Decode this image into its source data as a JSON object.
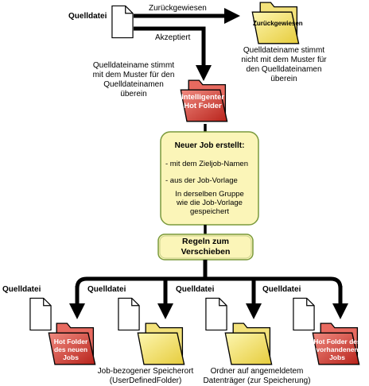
{
  "colors": {
    "red_folder": "#d8382e",
    "yellow_folder": "#f7e97a",
    "box_fill": "#fbf5b8",
    "arrow": "#000000"
  },
  "icons": [
    "document-icon",
    "folder-icon"
  ],
  "top": {
    "source_label": "Quelldatei",
    "rejected_label": "Zurückgewiesen",
    "rejected_folder_label": "Zurückgewiesen",
    "rejected_note": [
      "Quelldateiname stimmt",
      "nicht mit dem Muster für",
      "den Quelldateinamen",
      "überein"
    ],
    "accepted_label": "Akzeptiert",
    "accepted_note": [
      "Quelldateiname stimmt",
      "mit dem Muster für den",
      "Quelldateinamen",
      "überein"
    ],
    "smart_folder_label": [
      "Intelligenter",
      "Hot Folder"
    ]
  },
  "job_box": {
    "title": "Neuer Job erstellt:",
    "line1": "- mit dem Zieljob-Namen",
    "line2": "- aus der Job-Vorlage",
    "line3": [
      "In derselben Gruppe",
      "wie die Job-Vorlage",
      "gespeichert"
    ]
  },
  "rules_box": {
    "label": [
      "Regeln zum",
      "Verschieben"
    ]
  },
  "bottom": {
    "source_labels": [
      "Quelldatei",
      "Quelldatei",
      "Quelldatei",
      "Quelldatei"
    ],
    "folder1_label": [
      "Hot Folder",
      "des neuen",
      "Jobs"
    ],
    "folder4_label": [
      "Hot Folder des",
      "vorhandenen",
      "Jobs"
    ],
    "caption2": [
      "Job-bezogener Speicherort",
      "(UserDefinedFolder)"
    ],
    "caption3": [
      "Ordner auf angemeldetem",
      "Datenträger (zur Speicherung)"
    ]
  }
}
